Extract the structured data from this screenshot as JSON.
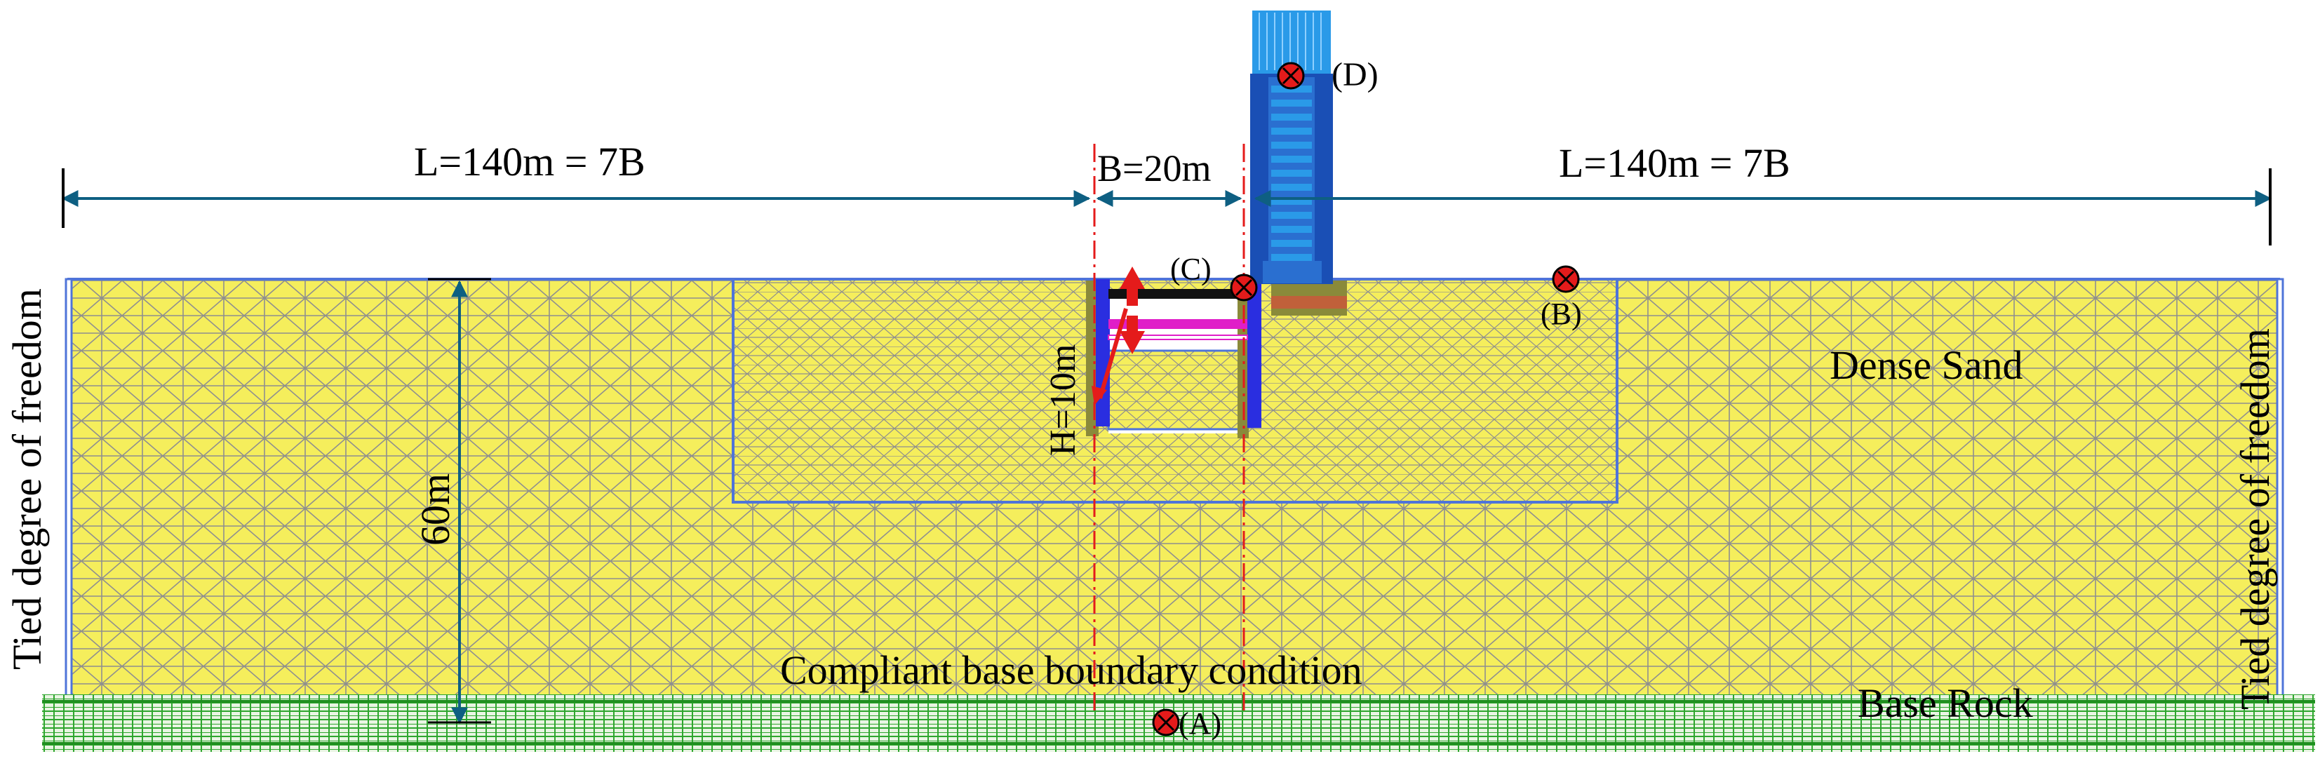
{
  "labels": {
    "dim_left": "L=140m = 7B",
    "dim_mid": "B=20m",
    "dim_right": "L=140m = 7B",
    "depth": "60m",
    "wall_height": "H=10m",
    "tied_left": "Tied degree of freedom",
    "tied_right": "Tied degree of freedom",
    "dense_sand": "Dense Sand",
    "base_rock": "Base Rock",
    "compliant": "Compliant base boundary condition",
    "point_a": "(A)",
    "point_b": "(B)",
    "point_c": "(C)",
    "point_d": "(D)"
  },
  "colors": {
    "soil": "#f5ee5c",
    "mesh": "#8f8f8f",
    "boundary": "#4f74d9",
    "dimension": "#0e5f82",
    "rock": "#2ea62e",
    "wall": "#2a2ee0",
    "wall_olive": "#8a8a3a",
    "strut_black": "#111111",
    "strut_magenta": "#e01ec8",
    "red": "#e41b1b",
    "building_dark": "#1a4fb5",
    "building_light": "#2a9ae8",
    "foundation": "#c0603a"
  }
}
